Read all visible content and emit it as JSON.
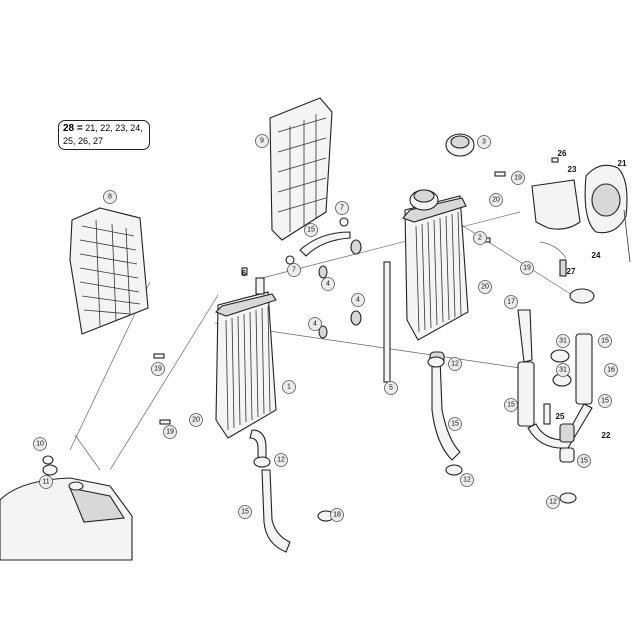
{
  "kit_note": {
    "key": "28 =",
    "line1": "21, 22, 23, 24,",
    "line2": "25, 26, 27"
  },
  "callouts": {
    "c1": "1",
    "c2": "2",
    "c3": "3",
    "c4a": "4",
    "c4b": "4",
    "c4c": "4",
    "c5": "5",
    "c6": "6",
    "c7a": "7",
    "c7b": "7",
    "c8": "8",
    "c9": "9",
    "c10": "10",
    "c11": "11",
    "c12a": "12",
    "c12b": "12",
    "c12c": "12",
    "c12d": "12",
    "c15a": "15",
    "c15b": "15",
    "c15c": "15",
    "c15d": "15",
    "c15e": "15",
    "c15f": "15",
    "c15g": "15",
    "c16": "16",
    "c17": "17",
    "c18": "18",
    "c19a": "19",
    "c19b": "19",
    "c19c": "19",
    "c19d": "19",
    "c20a": "20",
    "c20b": "20",
    "c20c": "20",
    "c21": "21",
    "c22": "22",
    "c23": "23",
    "c24": "24",
    "c25": "25",
    "c26": "26",
    "c27": "27",
    "c31a": "31",
    "c31b": "31"
  }
}
